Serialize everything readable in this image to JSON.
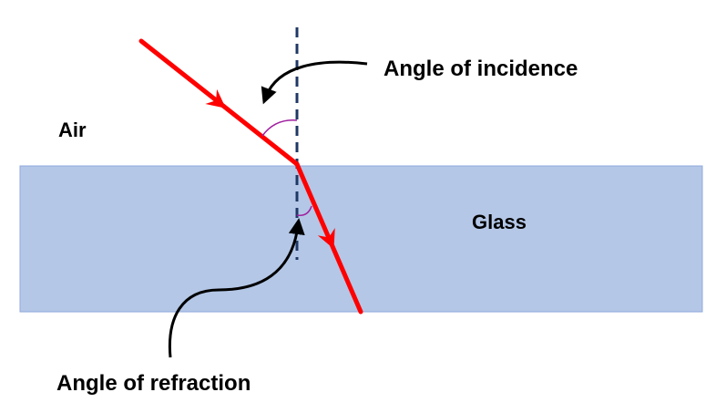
{
  "labels": {
    "air": "Air",
    "glass": "Glass",
    "angle_of_incidence": "Angle of incidence",
    "angle_of_refraction": "Angle of refraction"
  },
  "colors": {
    "glass_fill": "#b4c7e7",
    "glass_border": "#8faadc",
    "ray": "#ff0000",
    "normal_line": "#1f3864",
    "angle_arc": "#a020a0",
    "pointer_arrow": "#000000",
    "text": "#000000"
  }
}
